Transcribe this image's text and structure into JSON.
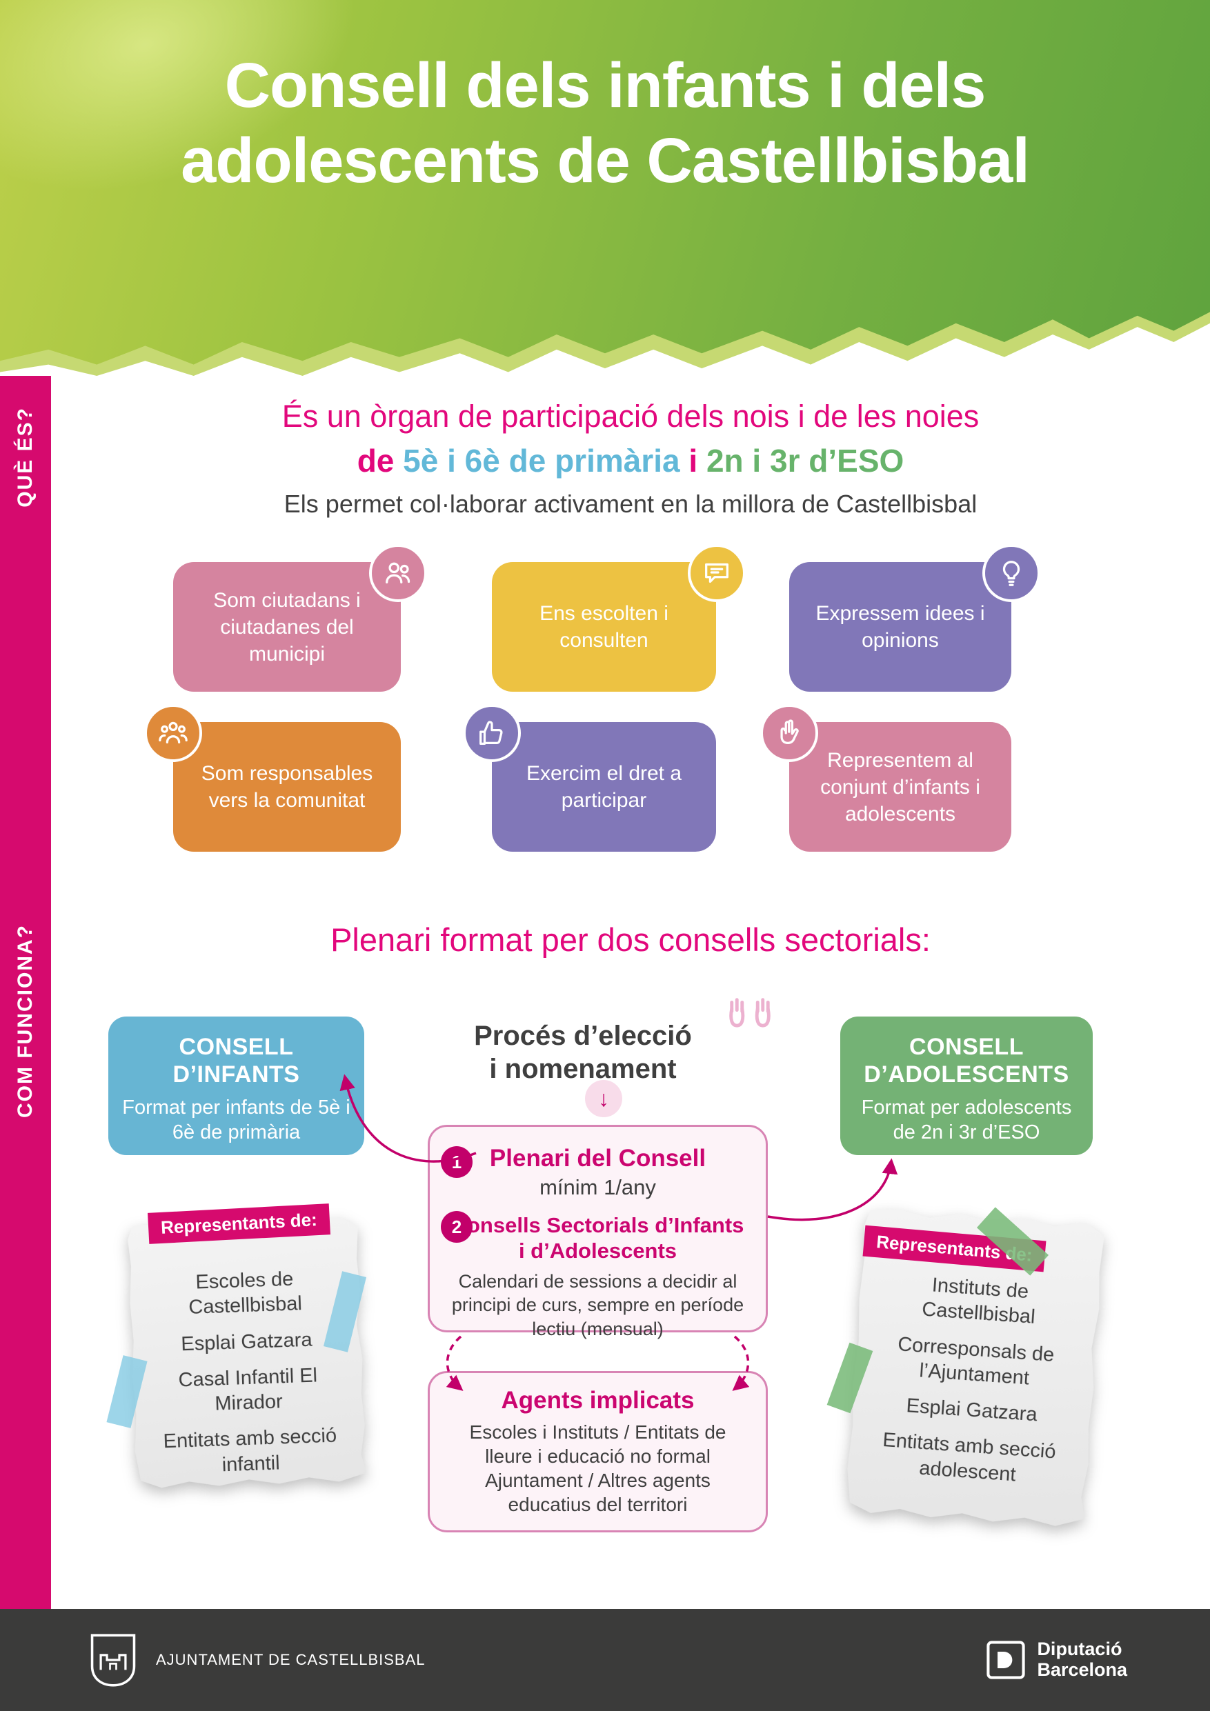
{
  "palette": {
    "header_green_light": "#bccf4a",
    "header_green_dark": "#5fa33e",
    "magenta": "#d60a6e",
    "heading_magenta": "#e2077c",
    "arrow_magenta": "#c2006a",
    "blue_text": "#62b8d8",
    "green_text": "#67b36b",
    "box_rose": "#d5849f",
    "box_yellow": "#edc242",
    "box_purple": "#8177b8",
    "box_orange": "#df8a3a",
    "box_blue": "#67b5d3",
    "box_green": "#74b275",
    "dark_text": "#3f3f3f",
    "footer_bg": "#3b3b3a"
  },
  "header": {
    "title_line1": "Consell dels infants i dels",
    "title_line2": "adolescents de Castellbisbal"
  },
  "sidebar": {
    "que_es": "QUÈ ÉS?",
    "com_funciona": "COM FUNCIONA?"
  },
  "intro": {
    "line1": "És un òrgan de participació dels nois i de les noies",
    "line2": {
      "de": "de",
      "primaria": "5è i 6è de primària",
      "i": "i",
      "eso": "2n i 3r d’ESO"
    },
    "line3": "Els permet col·laborar activament en la millora de Castellbisbal"
  },
  "benefits": [
    {
      "label": "Som ciutadans i ciutadanes del municipi",
      "icon": "citizens-icon",
      "color": "#d5849f"
    },
    {
      "label": "Ens escolten i consulten",
      "icon": "speech-bubble-icon",
      "color": "#edc242"
    },
    {
      "label": "Expressem idees i opinions",
      "icon": "idea-icon",
      "color": "#8177b8"
    },
    {
      "label": "Som responsables vers la comunitat",
      "icon": "community-icon",
      "color": "#df8a3a"
    },
    {
      "label": "Exercim el dret a participar",
      "icon": "thumbs-up-icon",
      "color": "#8177b8"
    },
    {
      "label": "Representem al conjunt d’infants i adolescents",
      "icon": "victory-hand-icon",
      "color": "#d5849f"
    }
  ],
  "how": {
    "heading": "Plenari format per dos consells sectorials:",
    "infants": {
      "title": "CONSELL D’INFANTS",
      "subtitle": "Format per infants de 5è i 6è de primària"
    },
    "proces": {
      "line1": "Procés d’elecció",
      "line2": "i nomenament",
      "arrow": "↓"
    },
    "adolescents": {
      "title": "CONSELL D’ADOLESCENTS",
      "subtitle": "Format per adolescents de 2n i 3r d’ESO"
    },
    "plenari": {
      "item1": {
        "num": "1",
        "title": "Plenari del Consell",
        "subtitle": "mínim 1/any"
      },
      "item2": {
        "num": "2",
        "title": "Consells Sectorials d’Infants i d’Adolescents",
        "body": "Calendari de sessions a decidir al principi de curs, sempre en període lectiu (mensual)"
      }
    },
    "agents": {
      "title": "Agents implicats",
      "body": "Escoles i Instituts / Entitats de lleure i educació no formal Ajuntament / Altres agents educatius del territori"
    }
  },
  "notes": {
    "left": {
      "tab": "Representants de:",
      "items": [
        "Escoles de Castellbisbal",
        "Esplai Gatzara",
        "Casal Infantil El Mirador",
        "Entitats amb secció infantil"
      ]
    },
    "right": {
      "tab": "Representants de:",
      "items": [
        "Instituts de Castellbisbal",
        "Corresponsals de l’Ajuntament",
        "Esplai Gatzara",
        "Entitats amb secció adolescent"
      ]
    }
  },
  "footer": {
    "ajuntament": "AJUNTAMENT DE CASTELLBISBAL",
    "diputacio": {
      "line1": "Diputació",
      "line2": "Barcelona"
    }
  }
}
